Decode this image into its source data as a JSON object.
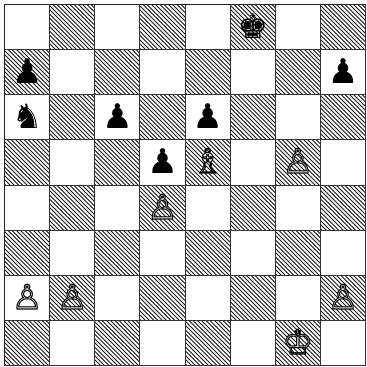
{
  "board": {
    "size": 8,
    "ranks": [
      [
        null,
        null,
        null,
        null,
        null,
        {
          "glyph": "♚",
          "color": "black",
          "icon": "black-king"
        },
        null,
        null
      ],
      [
        {
          "glyph": "♟",
          "color": "black",
          "icon": "black-pawn"
        },
        null,
        null,
        null,
        null,
        null,
        null,
        {
          "glyph": "♟",
          "color": "black",
          "icon": "black-pawn"
        }
      ],
      [
        {
          "glyph": "♞",
          "color": "black",
          "icon": "black-knight"
        },
        null,
        {
          "glyph": "♟",
          "color": "black",
          "icon": "black-pawn"
        },
        null,
        {
          "glyph": "♟",
          "color": "black",
          "icon": "black-pawn"
        },
        null,
        null,
        null
      ],
      [
        null,
        null,
        null,
        {
          "glyph": "♟",
          "color": "black",
          "icon": "black-pawn"
        },
        {
          "glyph": "♗",
          "color": "white",
          "icon": "white-bishop"
        },
        null,
        {
          "glyph": "♙",
          "color": "white",
          "icon": "white-pawn"
        },
        null
      ],
      [
        null,
        null,
        null,
        {
          "glyph": "♙",
          "color": "white",
          "icon": "white-pawn"
        },
        null,
        null,
        null,
        null
      ],
      [
        null,
        null,
        null,
        null,
        null,
        null,
        null,
        null
      ],
      [
        {
          "glyph": "♙",
          "color": "white",
          "icon": "white-pawn"
        },
        {
          "glyph": "♙",
          "color": "white",
          "icon": "white-pawn"
        },
        null,
        null,
        null,
        null,
        null,
        {
          "glyph": "♙",
          "color": "white",
          "icon": "white-pawn"
        }
      ],
      [
        null,
        null,
        null,
        null,
        null,
        null,
        {
          "glyph": "♔",
          "color": "white",
          "icon": "white-king"
        },
        null
      ]
    ]
  },
  "colors": {
    "light_square": "#ffffff",
    "dark_square_hatch": "#1a1a1a",
    "black_piece": "#000000",
    "white_piece_fill": "#ffffff"
  }
}
